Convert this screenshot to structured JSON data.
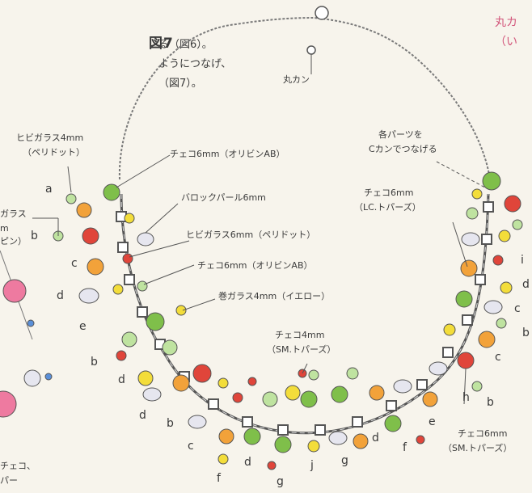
{
  "intro": {
    "line1": "る（図6）。",
    "line2": "ようにつなげ、",
    "line3": "（図7）。"
  },
  "figure_title": "図7",
  "top_right": {
    "line1": "丸カ",
    "line2": "（い"
  },
  "callouts": {
    "maru_kan": "丸カン",
    "parts_connect_1": "各パーツを",
    "parts_connect_2": "Cカンでつなげる",
    "hibi_peridot_1": "ヒビガラス4mm",
    "hibi_peridot_2": "（ペリドット）",
    "czech6_olivine_ab_1": "チェコ6mm（オリビンAB）",
    "baroque": "バロックパール6mm",
    "hibi6_peridot": "ヒビガラス6mm（ペリドット）",
    "czech6_olivine_ab_2": "チェコ6mm（オリビンAB）",
    "maki_yellow": "巻ガラス4mm（イエロー）",
    "czech6_lc_1": "チェコ6mm",
    "czech6_lc_2": "（LC.トパーズ）",
    "czech4_sm_1": "チェコ4mm",
    "czech4_sm_2": "（SM.トパーズ）",
    "czech6_sm_1": "チェコ6mm",
    "czech6_sm_2": "（SM.トパーズ）",
    "left_glass_1": "ガラス",
    "left_glass_2": "m",
    "left_glass_3": "ピン）",
    "bottom_left_1": "チェコ、",
    "bottom_left_2": "パー"
  },
  "letters": {
    "a": "a",
    "b1": "b",
    "c1": "c",
    "d1": "d",
    "e1": "e",
    "b2": "b",
    "d2": "d",
    "d3": "d",
    "b3": "b",
    "c2": "c",
    "f1": "f",
    "d4": "d",
    "g1": "g",
    "j": "j",
    "g2": "g",
    "d5": "d",
    "f2": "f",
    "e2": "e",
    "h": "h",
    "b4": "b",
    "c3": "c",
    "c4": "c",
    "b5": "b",
    "d6": "d",
    "i": "i"
  },
  "colors": {
    "green": "#7fbf4a",
    "orange": "#f2a23a",
    "yellow": "#f3dd3a",
    "red": "#e0453a",
    "pearl": "#e6e6ef",
    "lightgreen": "#bfe3a0",
    "chain": "#7a7a7a",
    "pink": "#d2557a"
  }
}
